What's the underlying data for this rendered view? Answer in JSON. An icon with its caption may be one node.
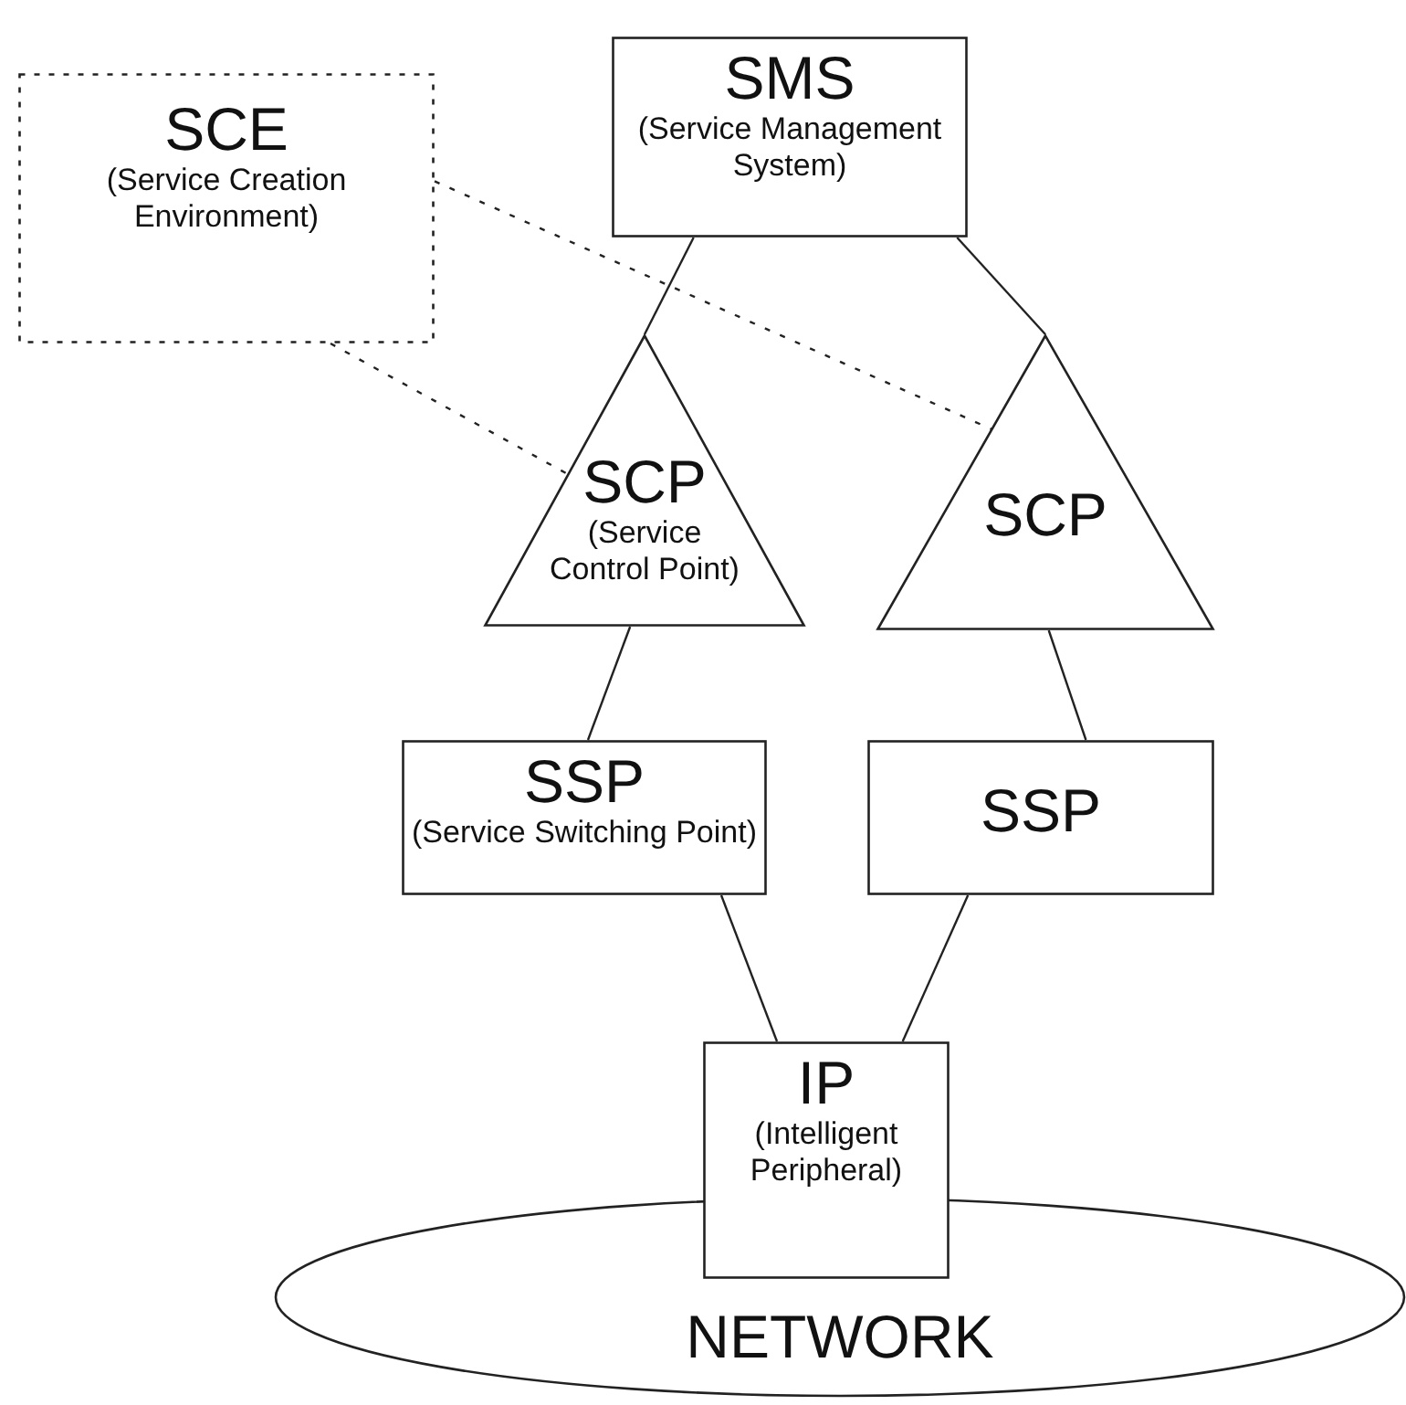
{
  "diagram": {
    "nodes": [
      {
        "text": [
          "SCE",
          "(Service Creation Environment)"
        ]
      },
      {
        "text": [
          "SMS",
          "(Service Management System)"
        ]
      },
      {
        "text": [
          "SCP",
          "(Service Control Point)"
        ]
      },
      {
        "text": [
          "SCP"
        ]
      },
      {
        "text": [
          "SSP",
          "(Service Switching Point)"
        ]
      },
      {
        "text": [
          "SSP"
        ]
      },
      {
        "text": [
          "IP",
          "(Intelligent Peripheral)"
        ]
      },
      {
        "text": [
          "NETWORK"
        ]
      }
    ],
    "edges": [
      {
        "from": 1,
        "to": 2,
        "arrow": "none"
      },
      {
        "from": 1,
        "to": 3,
        "arrow": "none"
      },
      {
        "from": 0,
        "to": 2,
        "arrow": "none",
        "style": "dashed"
      },
      {
        "from": 0,
        "to": 3,
        "arrow": "none",
        "style": "dashed"
      },
      {
        "from": 2,
        "to": 4,
        "arrow": "none"
      },
      {
        "from": 3,
        "to": 5,
        "arrow": "none"
      },
      {
        "from": 4,
        "to": 6,
        "arrow": "none"
      },
      {
        "from": 5,
        "to": 6,
        "arrow": "none"
      }
    ]
  }
}
